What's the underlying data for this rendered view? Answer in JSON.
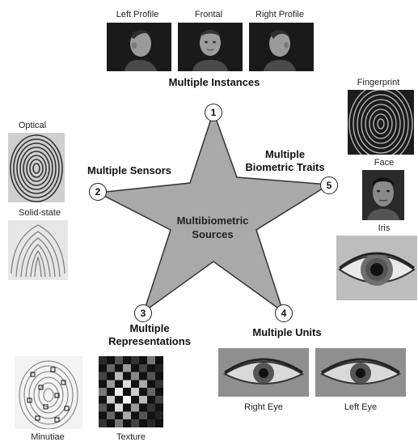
{
  "center": {
    "line1": "Multibiometric",
    "line2": "Sources"
  },
  "sources": [
    {
      "number": "1",
      "title": "Multiple Instances"
    },
    {
      "number": "2",
      "title": "Multiple Sensors"
    },
    {
      "number": "3",
      "title_line1": "Multiple",
      "title_line2": "Representations"
    },
    {
      "number": "4",
      "title": "Multiple Units"
    },
    {
      "number": "5",
      "title_line1": "Multiple",
      "title_line2": "Biometric Traits"
    }
  ],
  "instances": {
    "labels": [
      "Left Profile",
      "Frontal",
      "Right Profile"
    ]
  },
  "sensors": {
    "labels": [
      "Optical",
      "Solid-state"
    ]
  },
  "representations": {
    "labels": [
      "Minutiae",
      "Texture"
    ]
  },
  "units": {
    "labels": [
      "Right Eye",
      "Left Eye"
    ]
  },
  "traits": {
    "labels": [
      "Fingerprint",
      "Face",
      "Iris"
    ]
  },
  "colors": {
    "star_fill": "#a9a9a9",
    "star_stroke": "#333333",
    "photo_dark": "#1a1a1a"
  }
}
